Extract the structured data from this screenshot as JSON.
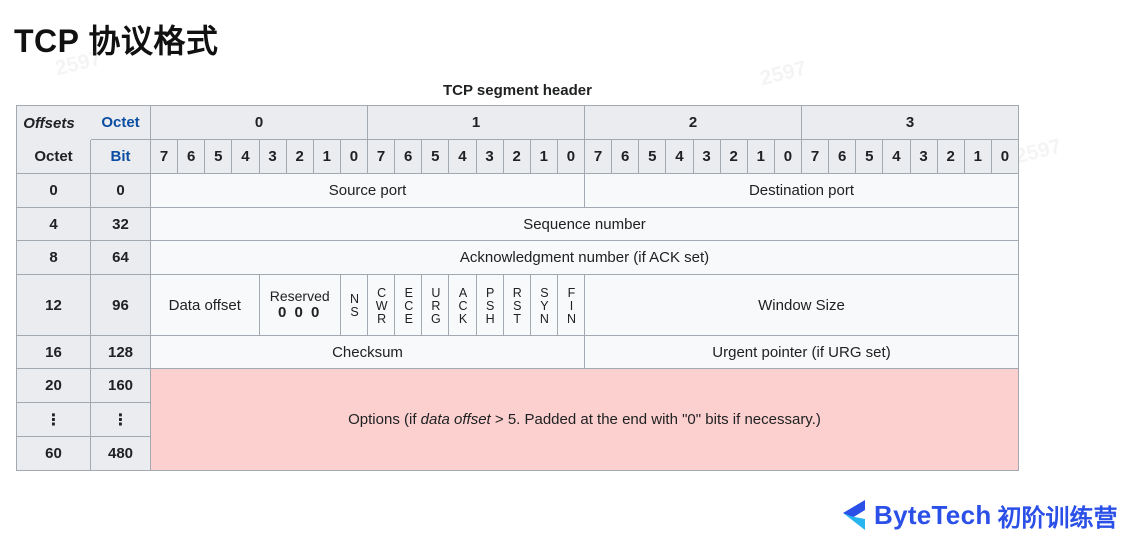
{
  "page": {
    "title": "TCP 协议格式",
    "watermark": "2597"
  },
  "header": {
    "caption": "TCP segment header"
  },
  "corner": {
    "offsets": "Offsets",
    "octet_top": "Octet",
    "octet_left": "Octet",
    "bit": "Bit"
  },
  "octet_groups": [
    "0",
    "1",
    "2",
    "3"
  ],
  "bit_numbers": [
    "7",
    "6",
    "5",
    "4",
    "3",
    "2",
    "1",
    "0",
    "7",
    "6",
    "5",
    "4",
    "3",
    "2",
    "1",
    "0",
    "7",
    "6",
    "5",
    "4",
    "3",
    "2",
    "1",
    "0",
    "7",
    "6",
    "5",
    "4",
    "3",
    "2",
    "1",
    "0"
  ],
  "row_ports": {
    "octet": "0",
    "bit": "0",
    "source": "Source port",
    "destination": "Destination port"
  },
  "row_seq": {
    "octet": "4",
    "bit": "32",
    "label": "Sequence number"
  },
  "row_ack": {
    "octet": "8",
    "bit": "64",
    "label": "Acknowledgment number (if ACK set)"
  },
  "row_flags": {
    "octet": "12",
    "bit": "96",
    "data_offset": "Data offset",
    "reserved": "Reserved",
    "reserved_value": "0 0 0",
    "flags": [
      "NS",
      "CWR",
      "ECE",
      "URG",
      "ACK",
      "PSH",
      "RST",
      "SYN",
      "FIN"
    ],
    "window": "Window Size"
  },
  "row_checksum": {
    "octet": "16",
    "bit": "128",
    "checksum": "Checksum",
    "urgent": "Urgent pointer (if URG set)"
  },
  "row_options": {
    "octet_20": "20",
    "bit_160": "160",
    "octet_dots": "⋮",
    "bit_dots": "⋮",
    "octet_60": "60",
    "bit_480": "480",
    "text_prefix": "Options (if ",
    "text_italic": "data offset",
    "text_suffix": " > 5. Padded at the end with \"0\" bits if necessary.)"
  },
  "footer": {
    "brand": "ByteTech",
    "campaign": "初阶训练营"
  },
  "colors": {
    "header_bg": "#eaecf0",
    "cell_bg": "#f8f9fa",
    "border": "#a2a9b1",
    "link_blue": "#0b4da2",
    "options_pink": "#fdd0d0",
    "brand_blue": "#2b50e8",
    "brand_teal": "#27b5ef"
  }
}
